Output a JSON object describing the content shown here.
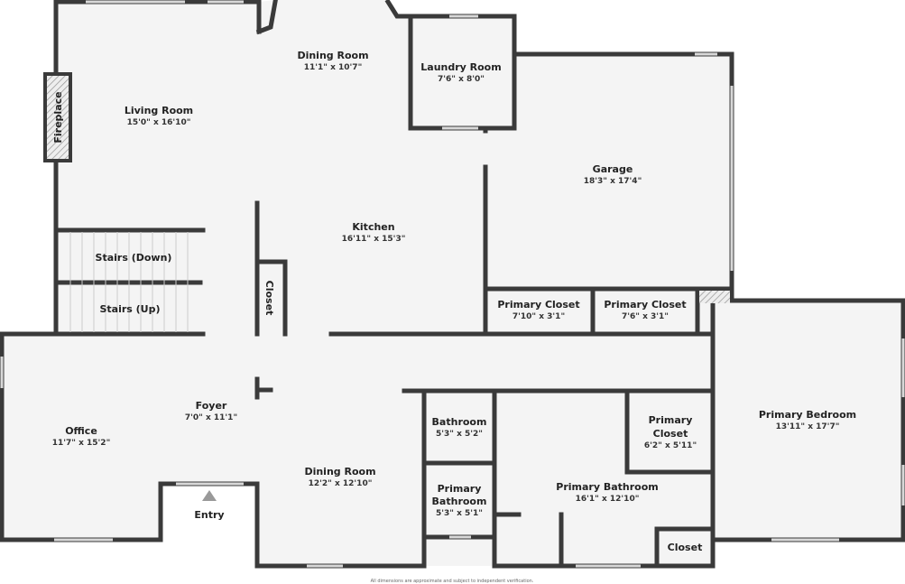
{
  "rooms": {
    "living": {
      "name": "Living Room",
      "dim": "15'0\" x 16'10\""
    },
    "dining_top": {
      "name": "Dining Room",
      "dim": "11'1\" x 10'7\""
    },
    "laundry": {
      "name": "Laundry Room",
      "dim": "7'6\" x 8'0\""
    },
    "garage": {
      "name": "Garage",
      "dim": "18'3\" x 17'4\""
    },
    "kitchen": {
      "name": "Kitchen",
      "dim": "16'11\" x 15'3\""
    },
    "stairs_down": {
      "name": "Stairs (Down)"
    },
    "stairs_up": {
      "name": "Stairs (Up)"
    },
    "closet_hall": {
      "name": "Closet"
    },
    "fireplace": {
      "name": "Fireplace"
    },
    "primary_closet_1": {
      "name": "Primary Closet",
      "dim": "7'10\" x 3'1\""
    },
    "primary_closet_2": {
      "name": "Primary Closet",
      "dim": "7'6\" x 3'1\""
    },
    "office": {
      "name": "Office",
      "dim": "11'7\" x 15'2\""
    },
    "foyer": {
      "name": "Foyer",
      "dim": "7'0\" x 11'1\""
    },
    "entry": {
      "name": "Entry"
    },
    "dining_bottom": {
      "name": "Dining Room",
      "dim": "12'2\" x 12'10\""
    },
    "bathroom": {
      "name": "Bathroom",
      "dim": "5'3\" x 5'2\""
    },
    "primary_bathroom_small": {
      "name1": "Primary",
      "name2": "Bathroom",
      "dim": "5'3\" x 5'1\""
    },
    "primary_closet_3": {
      "name1": "Primary",
      "name2": "Closet",
      "dim": "6'2\" x 5'11\""
    },
    "primary_bathroom": {
      "name": "Primary Bathroom",
      "dim": "16'1\" x 12'10\""
    },
    "closet_bath": {
      "name": "Closet"
    },
    "primary_bedroom": {
      "name": "Primary Bedroom",
      "dim": "13'11\" x 17'7\""
    }
  },
  "footer": "All dimensions are approximate and subject to independent verification.",
  "colors": {
    "wall": "#3a3a3a",
    "floor": "#f4f4f4"
  }
}
